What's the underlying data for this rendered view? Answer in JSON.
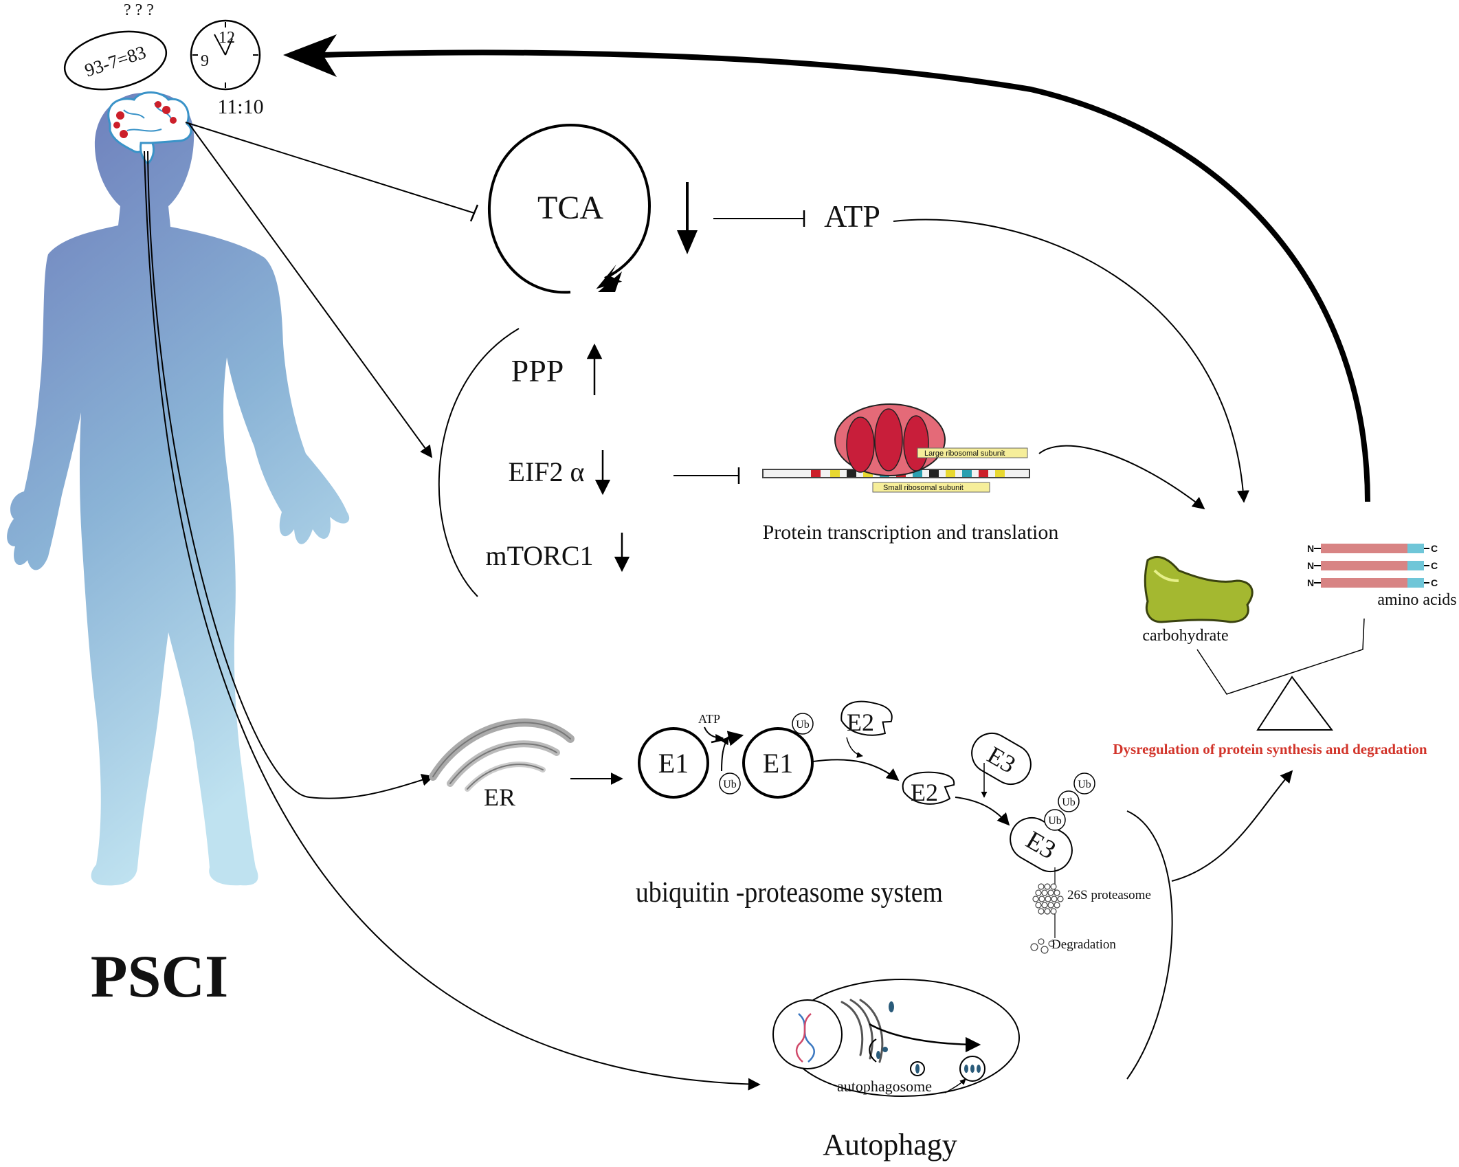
{
  "cognitive_test": {
    "question_marks": "? ? ?",
    "arithmetic": "93-7=83",
    "clock_twelve": "12",
    "clock_nine": "9",
    "clock_time": "11:10"
  },
  "metabolism": {
    "tca": "TCA",
    "atp": "ATP",
    "ppp": "PPP",
    "eif2a": "EIF2 α",
    "mtorc1": "mTORC1"
  },
  "translation": {
    "large_subunit": "Large ribosomal subunit",
    "small_subunit": "Small ribosomal subunit",
    "caption": "Protein transcription and translation"
  },
  "balance": {
    "carbohydrate": "carbohydrate",
    "amino_acids": "amino acids",
    "n_terminus": "N",
    "c_terminus": "C",
    "dysregulation": "Dysregulation of protein synthesis and degradation",
    "dysregulation_color": "#d2342a"
  },
  "ups": {
    "er": "ER",
    "atp": "ATP",
    "e1": "E1",
    "e2": "E2",
    "e3": "E3",
    "ub": "Ub",
    "proteasome": "26S proteasome",
    "degradation": "Degradation",
    "caption": "ubiquitin -proteasome system"
  },
  "autophagy": {
    "autophagosome": "autophagosome",
    "caption": "Autophagy"
  },
  "disease": {
    "label": "PSCI",
    "silhouette_top_color": "#6a78b8",
    "silhouette_bottom_color": "#b9dcec",
    "brain_lesion_color": "#cc1f2a"
  }
}
